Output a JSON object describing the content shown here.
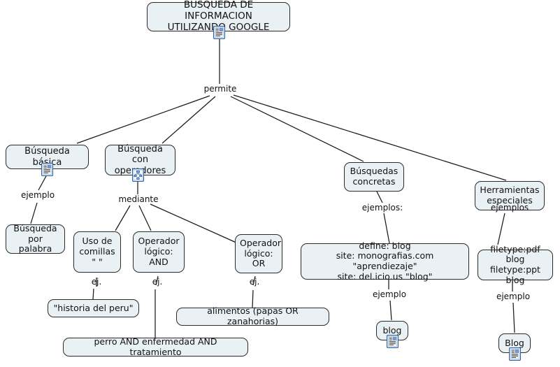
{
  "map": {
    "title": "BUSQUEDA DE INFORMACION UTILIZANDO GOOGLE",
    "background": "#ffffff",
    "node_fill": "#eaf1f4",
    "node_border": "#2b2b2b",
    "edge_color": "#1a1a1a",
    "text_color": "#111111"
  },
  "nodes": {
    "root": {
      "label": "BUSQUEDA DE INFORMACION\nUTILIZANDO GOOGLE",
      "icon": "document-icon"
    },
    "basica": {
      "label": "Búsqueda básica",
      "icon": "document-icon"
    },
    "operadores": {
      "label": "Búsqueda con\noperadores",
      "icon": "concept-map-icon"
    },
    "concretas": {
      "label": "Búsquedas\nconcretas",
      "icon": "none"
    },
    "herramientas": {
      "label": "Herramientas\nespeciales",
      "icon": "none"
    },
    "por_palabra": {
      "label": "Búsqueda\npor palabra",
      "icon": "none"
    },
    "comillas": {
      "label": "Uso de\ncomillas\n\"     \"",
      "icon": "none"
    },
    "and": {
      "label": "Operador\nlógico:\nAND",
      "icon": "none"
    },
    "or": {
      "label": "Operador\nlógico:\nOR",
      "icon": "none"
    },
    "historia": {
      "label": "\"historia del peru\"",
      "icon": "none"
    },
    "perro": {
      "label": "perro AND enfermedad AND tratamiento",
      "icon": "none"
    },
    "alimentos": {
      "label": "alimentos (papas OR zanahorias)",
      "icon": "none"
    },
    "ejemplos_concretas": {
      "label": "define:  blog\nsite: monografias.com \"aprendiezaje\"\nsite: del.icio.us \"blog\"",
      "icon": "none"
    },
    "filetypes": {
      "label": "filetype:pdf blog\nfiletype:ppt blog",
      "icon": "none"
    },
    "blog_lower": {
      "label": "blog",
      "icon": "document-icon"
    },
    "blog_upper": {
      "label": "Blog",
      "icon": "document-icon"
    }
  },
  "link_labels": {
    "permite": "permite",
    "ejemplo_basica": "ejemplo",
    "mediante": "mediante",
    "ej_comillas": "ej.",
    "ej_and": "ej.",
    "ej_or": "ej.",
    "ejemplos_concretas": "ejemplos:",
    "ejemplo_blog": "ejemplo",
    "ejemplos_herramientas": "ejemplos",
    "ejemplo_blog_upper": "ejemplo"
  }
}
